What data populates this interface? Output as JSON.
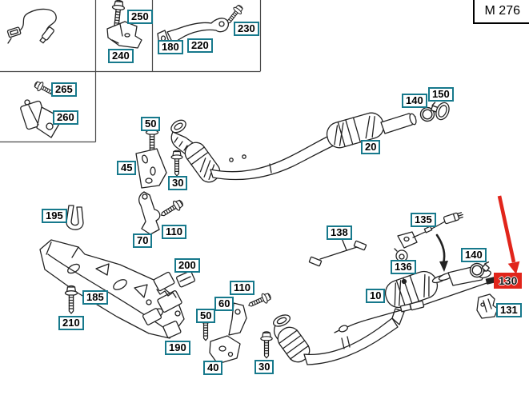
{
  "window": {
    "engine_code_badge": "M 276"
  },
  "diagram": {
    "type": "exploded-parts-diagram",
    "subject": "exhaust system parts",
    "highlighted_part_number": "130",
    "colors": {
      "label_border": "#17798C",
      "highlight_red": "#E1251B",
      "line_art": "#222222",
      "background": "#FFFFFF"
    },
    "labels": [
      {
        "text": "180"
      },
      {
        "text": "250"
      },
      {
        "text": "240"
      },
      {
        "text": "230"
      },
      {
        "text": "220"
      },
      {
        "text": "265"
      },
      {
        "text": "260"
      },
      {
        "text": "50"
      },
      {
        "text": "45"
      },
      {
        "text": "30"
      },
      {
        "text": "20"
      },
      {
        "text": "140"
      },
      {
        "text": "150"
      },
      {
        "text": "195"
      },
      {
        "text": "110"
      },
      {
        "text": "70"
      },
      {
        "text": "200"
      },
      {
        "text": "185"
      },
      {
        "text": "210"
      },
      {
        "text": "190"
      },
      {
        "text": "110"
      },
      {
        "text": "60"
      },
      {
        "text": "50"
      },
      {
        "text": "40"
      },
      {
        "text": "30"
      },
      {
        "text": "138"
      },
      {
        "text": "135"
      },
      {
        "text": "136"
      },
      {
        "text": "140"
      },
      {
        "text": "10"
      },
      {
        "text": "130",
        "highlighted": true
      },
      {
        "text": "131"
      }
    ]
  }
}
